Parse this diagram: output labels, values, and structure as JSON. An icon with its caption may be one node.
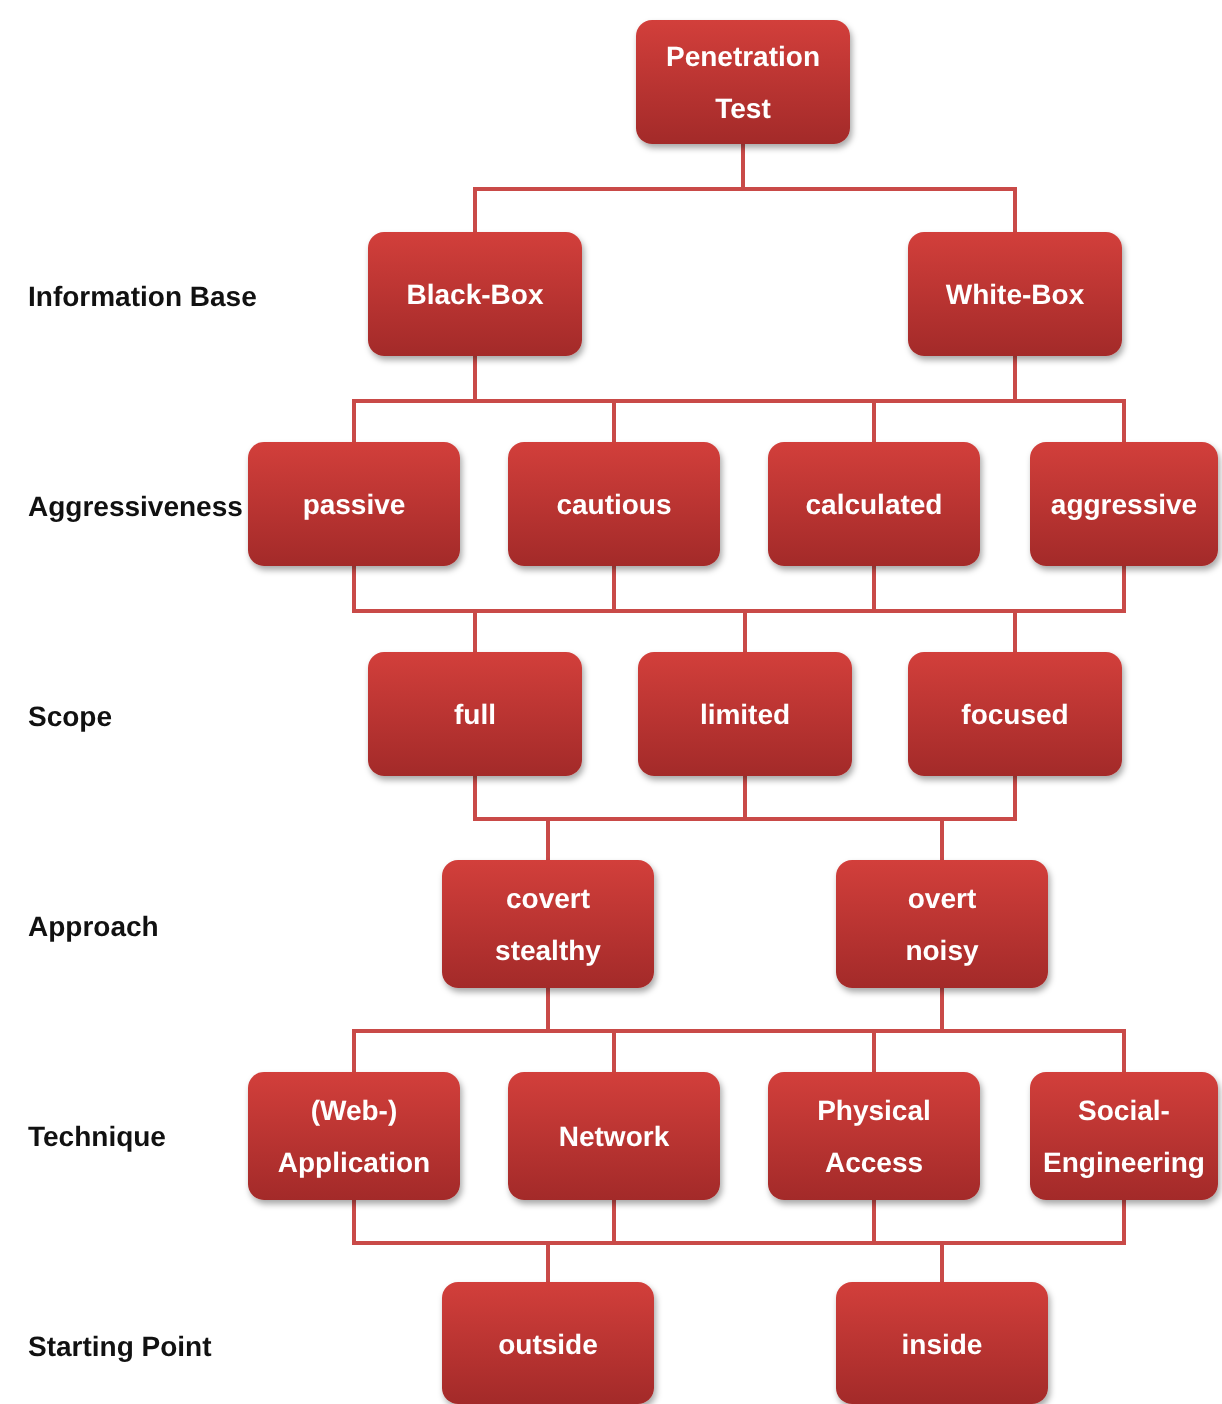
{
  "diagram": {
    "nodes": [
      {
        "text": [
          "Penetration Test"
        ]
      },
      {
        "text": [
          "Black-Box"
        ]
      },
      {
        "text": [
          "White-Box"
        ]
      },
      {
        "text": [
          "passive"
        ]
      },
      {
        "text": [
          "cautious"
        ]
      },
      {
        "text": [
          "calculated"
        ]
      },
      {
        "text": [
          "aggressive"
        ]
      },
      {
        "text": [
          "full"
        ]
      },
      {
        "text": [
          "limited"
        ]
      },
      {
        "text": [
          "focused"
        ]
      },
      {
        "text": [
          "covert stealthy"
        ]
      },
      {
        "text": [
          "overt noisy"
        ]
      },
      {
        "text": [
          "(Web-) Application"
        ]
      },
      {
        "text": [
          "Network"
        ]
      },
      {
        "text": [
          "Physical Access"
        ]
      },
      {
        "text": [
          "Social-Engineering"
        ]
      },
      {
        "text": [
          "outside"
        ]
      },
      {
        "text": [
          "inside"
        ]
      }
    ],
    "edges": [
      {
        "from": 0,
        "to": 1,
        "arrow": "none"
      },
      {
        "from": 0,
        "to": 2,
        "arrow": "none"
      },
      {
        "from": 1,
        "to": 3,
        "arrow": "none"
      },
      {
        "from": 1,
        "to": 4,
        "arrow": "none"
      },
      {
        "from": 1,
        "to": 5,
        "arrow": "none"
      },
      {
        "from": 1,
        "to": 6,
        "arrow": "none"
      },
      {
        "from": 2,
        "to": 3,
        "arrow": "none"
      },
      {
        "from": 2,
        "to": 4,
        "arrow": "none"
      },
      {
        "from": 2,
        "to": 5,
        "arrow": "none"
      },
      {
        "from": 2,
        "to": 6,
        "arrow": "none"
      },
      {
        "from": 3,
        "to": 7,
        "arrow": "none"
      },
      {
        "from": 3,
        "to": 8,
        "arrow": "none"
      },
      {
        "from": 3,
        "to": 9,
        "arrow": "none"
      },
      {
        "from": 4,
        "to": 7,
        "arrow": "none"
      },
      {
        "from": 4,
        "to": 8,
        "arrow": "none"
      },
      {
        "from": 4,
        "to": 9,
        "arrow": "none"
      },
      {
        "from": 5,
        "to": 7,
        "arrow": "none"
      },
      {
        "from": 5,
        "to": 8,
        "arrow": "none"
      },
      {
        "from": 5,
        "to": 9,
        "arrow": "none"
      },
      {
        "from": 6,
        "to": 7,
        "arrow": "none"
      },
      {
        "from": 6,
        "to": 8,
        "arrow": "none"
      },
      {
        "from": 6,
        "to": 9,
        "arrow": "none"
      },
      {
        "from": 7,
        "to": 10,
        "arrow": "none"
      },
      {
        "from": 7,
        "to": 11,
        "arrow": "none"
      },
      {
        "from": 8,
        "to": 10,
        "arrow": "none"
      },
      {
        "from": 8,
        "to": 11,
        "arrow": "none"
      },
      {
        "from": 9,
        "to": 10,
        "arrow": "none"
      },
      {
        "from": 9,
        "to": 11,
        "arrow": "none"
      },
      {
        "from": 10,
        "to": 12,
        "arrow": "none"
      },
      {
        "from": 10,
        "to": 13,
        "arrow": "none"
      },
      {
        "from": 10,
        "to": 14,
        "arrow": "none"
      },
      {
        "from": 10,
        "to": 15,
        "arrow": "none"
      },
      {
        "from": 11,
        "to": 12,
        "arrow": "none"
      },
      {
        "from": 11,
        "to": 13,
        "arrow": "none"
      },
      {
        "from": 11,
        "to": 14,
        "arrow": "none"
      },
      {
        "from": 11,
        "to": 15,
        "arrow": "none"
      },
      {
        "from": 12,
        "to": 16,
        "arrow": "none"
      },
      {
        "from": 12,
        "to": 17,
        "arrow": "none"
      },
      {
        "from": 13,
        "to": 16,
        "arrow": "none"
      },
      {
        "from": 13,
        "to": 17,
        "arrow": "none"
      },
      {
        "from": 14,
        "to": 16,
        "arrow": "none"
      },
      {
        "from": 14,
        "to": 17,
        "arrow": "none"
      },
      {
        "from": 15,
        "to": 16,
        "arrow": "none"
      },
      {
        "from": 15,
        "to": 17,
        "arrow": "none"
      }
    ],
    "labels": [
      "Information Base",
      "Aggressiveness",
      "Scope",
      "Approach",
      "Technique",
      "Starting Point"
    ]
  }
}
